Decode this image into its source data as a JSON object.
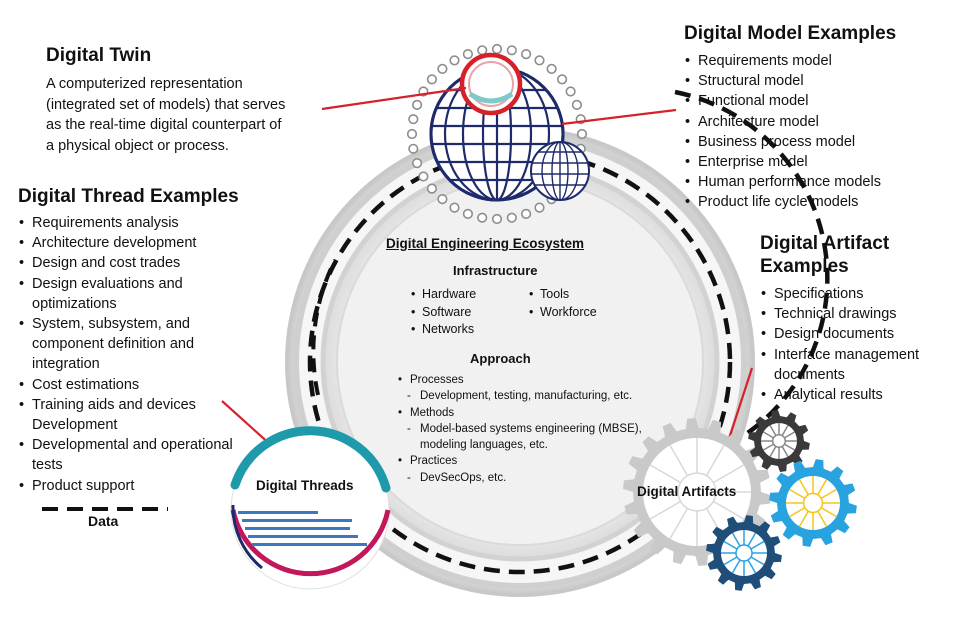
{
  "digital_twin": {
    "title": "Digital Twin",
    "description_lines": [
      "A computerized representation",
      "(integrated set of models) that serves",
      "as the real-time digital counterpart of",
      "a physical object or process."
    ]
  },
  "digital_thread_examples": {
    "title": "Digital Thread Examples",
    "items": [
      [
        "Requirements analysis"
      ],
      [
        "Architecture development"
      ],
      [
        "Design and cost trades"
      ],
      [
        "Design evaluations and",
        "optimizations"
      ],
      [
        "System, subsystem, and",
        "component definition and",
        "integration"
      ],
      [
        "Cost estimations"
      ],
      [
        "Training aids and devices",
        "Development"
      ],
      [
        "Developmental and operational",
        "tests"
      ],
      [
        "Product support"
      ]
    ],
    "legend_label": "Data"
  },
  "digital_model_examples": {
    "title": "Digital Model Examples",
    "items": [
      "Requirements model",
      "Structural model",
      "Functional model",
      "Architecture model",
      "Business process model",
      "Enterprise model",
      "Human performance models",
      "Product life cycle models"
    ]
  },
  "digital_artifact_examples": {
    "title_lines": [
      "Digital Artifact",
      "Examples"
    ],
    "items": [
      [
        "Specifications"
      ],
      [
        "Technical drawings"
      ],
      [
        "Design documents"
      ],
      [
        "Interface management",
        "documents"
      ],
      [
        "Analytical results"
      ]
    ]
  },
  "ecosystem": {
    "title": "Digital Engineering Ecosystem",
    "infrastructure_title": "Infrastructure",
    "infrastructure_left": [
      "Hardware",
      "Software",
      "Networks"
    ],
    "infrastructure_right": [
      "Tools",
      "Workforce"
    ],
    "approach_title": "Approach",
    "approach_lines": [
      {
        "level": 1,
        "text": "Processes"
      },
      {
        "level": 2,
        "text": "Development, testing, manufacturing, etc."
      },
      {
        "level": 1,
        "text": "Methods"
      },
      {
        "level": 2,
        "text": "Model-based systems engineering (MBSE),"
      },
      {
        "level": 3,
        "text": "modeling languages, etc."
      },
      {
        "level": 1,
        "text": "Practices"
      },
      {
        "level": 2,
        "text": "DevSecOps, etc."
      }
    ]
  },
  "digital_threads_label": "Digital Threads",
  "digital_artifacts_label": "Digital Artifacts",
  "colors": {
    "accent_red": "#d6212a",
    "thread_teal": "#1f9aaa",
    "thread_magenta": "#c2185b",
    "bar_blue": "#3a78c0",
    "globe_navy": "#1d2a6b",
    "gear_gray": "#c9c9c9",
    "gear_dark": "#3a3a3a",
    "gear_light_blue": "#29a3e0",
    "gear_navy": "#1f4e79",
    "gear_yellow": "#f5c518"
  },
  "icons": [
    "globe-icon",
    "small-globe-icon",
    "gear-icon"
  ]
}
